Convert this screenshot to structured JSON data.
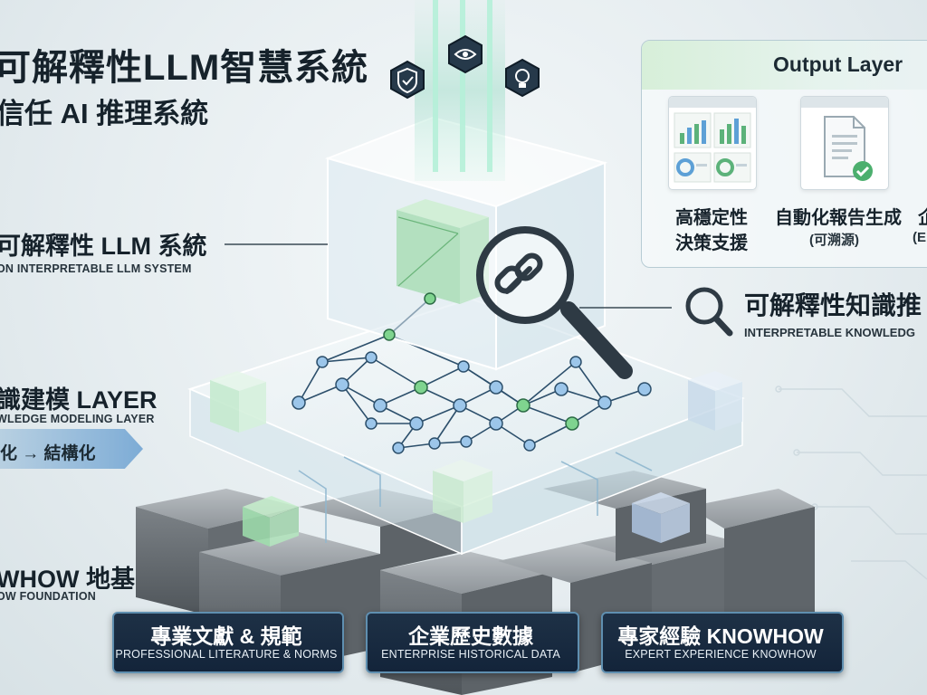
{
  "title": "可解釋性LLM智慧系統",
  "subtitle": "信任 AI 推理系統",
  "left_labels": {
    "llm_system_zh": "可解釋性 LLM 系統",
    "llm_system_en": "ON INTERPRETABLE LLM SYSTEM",
    "modeling_zh": "識建模 LAYER",
    "modeling_en": "WLEDGE MODELING LAYER",
    "structuring": "化 → 結構化",
    "knowhow_zh": "WHOW 地基",
    "knowhow_en": "OW FOUNDATION"
  },
  "output_panel": {
    "title": "Output Layer",
    "items": [
      {
        "label_line1": "高穩定性",
        "label_line2": "決策支援",
        "icon": "dashboard-charts-icon"
      },
      {
        "label_line1": "自動化報告生成",
        "label_line2": "(可溯源)",
        "icon": "report-check-icon"
      },
      {
        "label_line1": "企",
        "label_line2": "(E",
        "icon": "partial-icon"
      }
    ]
  },
  "knowledge_label": {
    "zh": "可解釋性知識推",
    "en": "INTERPRETABLE KNOWLEDG"
  },
  "top_icons": [
    "shield-check-icon",
    "eye-icon",
    "lightbulb-icon"
  ],
  "foundation": [
    {
      "zh": "專業文獻 & 規範",
      "en": "PROFESSIONAL LITERATURE & NORMS"
    },
    {
      "zh": "企業歷史數據",
      "en": "ENTERPRISE HISTORICAL DATA"
    },
    {
      "zh": "專家經驗 KNOWHOW",
      "en": "EXPERT EXPERIENCE KNOWHOW"
    }
  ],
  "colors": {
    "accent_green": "#7fd48f",
    "node_blue": "#9cc6ea",
    "plaque_dark": "#172a40",
    "plaque_border": "#5f8fb0"
  }
}
